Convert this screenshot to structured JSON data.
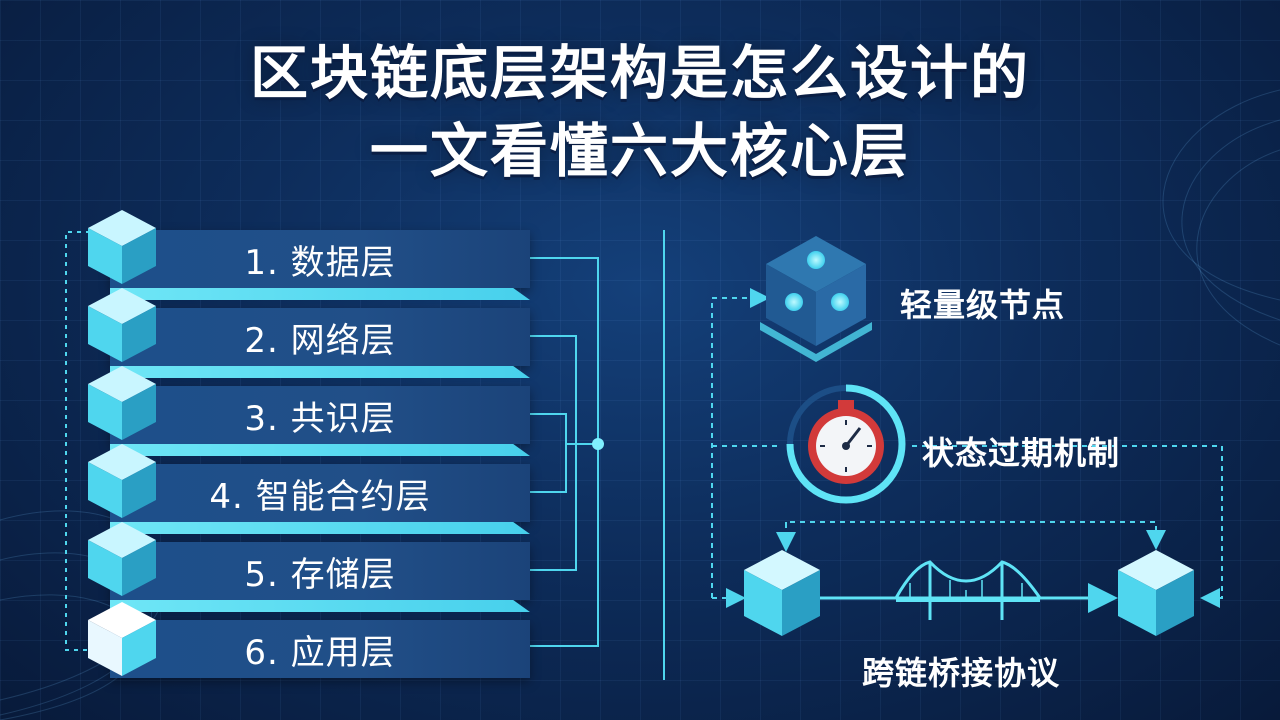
{
  "title": {
    "line1": "区块链底层架构是怎么设计的",
    "line2": "一文看懂六大核心层"
  },
  "layers": [
    {
      "label": "1. 数据层"
    },
    {
      "label": "2. 网络层"
    },
    {
      "label": "3. 共识层"
    },
    {
      "label": "4. 智能合约层"
    },
    {
      "label": "5. 存储层"
    },
    {
      "label": "6. 应用层"
    }
  ],
  "features": {
    "node": "轻量级节点",
    "expiry": "状态过期机制",
    "bridge": "跨链桥接协议"
  },
  "colors": {
    "accent": "#4fd6ee",
    "slab": "#1d4f8a",
    "background": "#0d2c5a"
  }
}
